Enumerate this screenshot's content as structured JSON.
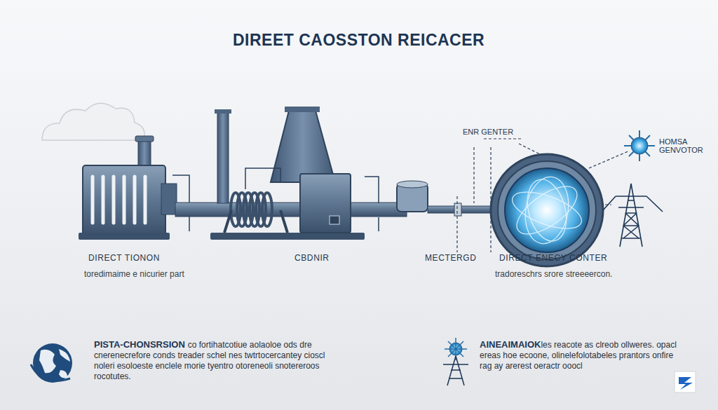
{
  "diagram": {
    "title": "DIREET CAOSSTON REICACER",
    "labels": [
      "ENR GENTER",
      "HOMSA GENVOTOR",
      "DIRECT TIONON",
      "toredimaime e nicurier part",
      "CBDNIR",
      "MECTERGD",
      "DIRECT ENECY CONTER",
      "tradoreschrs srore streeeercon.",
      "PISTA-CHONSRSION",
      "co fortihatcotiue aolaoloe ods dre cnerenecrefore conds treader schel nes twtrtocercantey cioscl noleri esoloeste enclele morie tyentro otoreneoli snotereroos rocotutes.",
      "AINEAIMAIOK",
      "les reacote as clreob ollweres. opacl ereas hoe ecoone, olinelefolotabeles prantors onfire rag ay arerest oeractr ooocl"
    ]
  }
}
